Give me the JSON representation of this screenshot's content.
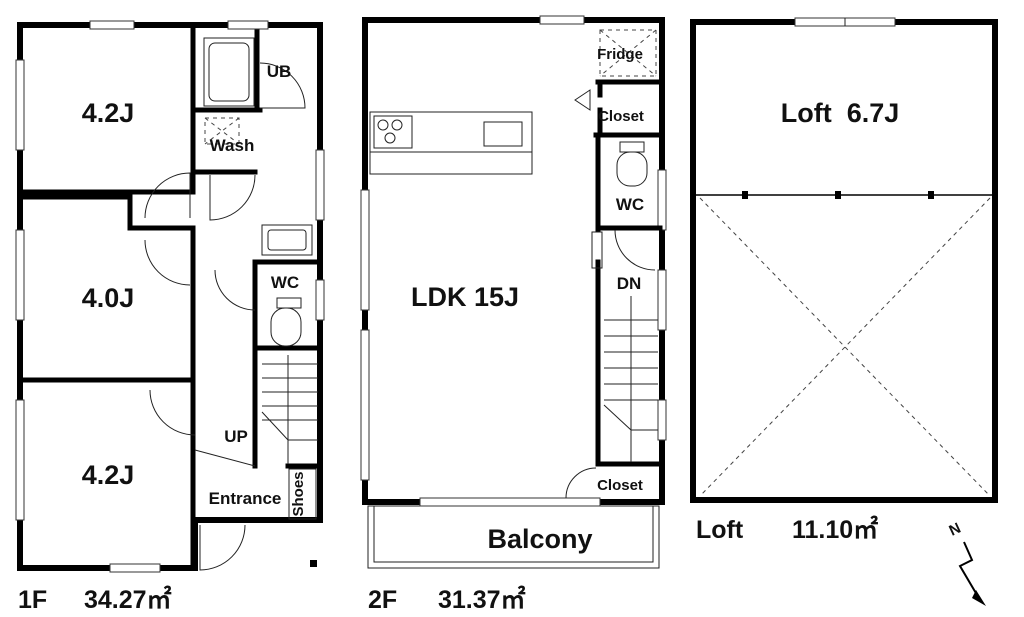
{
  "floors": {
    "first": {
      "label": "1F",
      "area": "34.27㎡",
      "rooms": {
        "room_a": "4.2J",
        "room_b": "4.0J",
        "room_c": "4.2J",
        "bath": "UB",
        "wash": "Wash",
        "toilet": "WC",
        "stairs": "UP",
        "entrance": "Entrance",
        "shoes": "Shoes"
      }
    },
    "second": {
      "label": "2F",
      "area": "31.37㎡",
      "rooms": {
        "ldk": "LDK 15J",
        "fridge": "Fridge",
        "closet_top": "Closet",
        "toilet": "WC",
        "stairs": "DN",
        "closet_bottom": "Closet",
        "balcony": "Balcony"
      }
    },
    "loft": {
      "label": "Loft",
      "area": "11.10㎡",
      "rooms": {
        "loft": "Loft  6.7J"
      }
    }
  },
  "compass": {
    "label": "N"
  }
}
